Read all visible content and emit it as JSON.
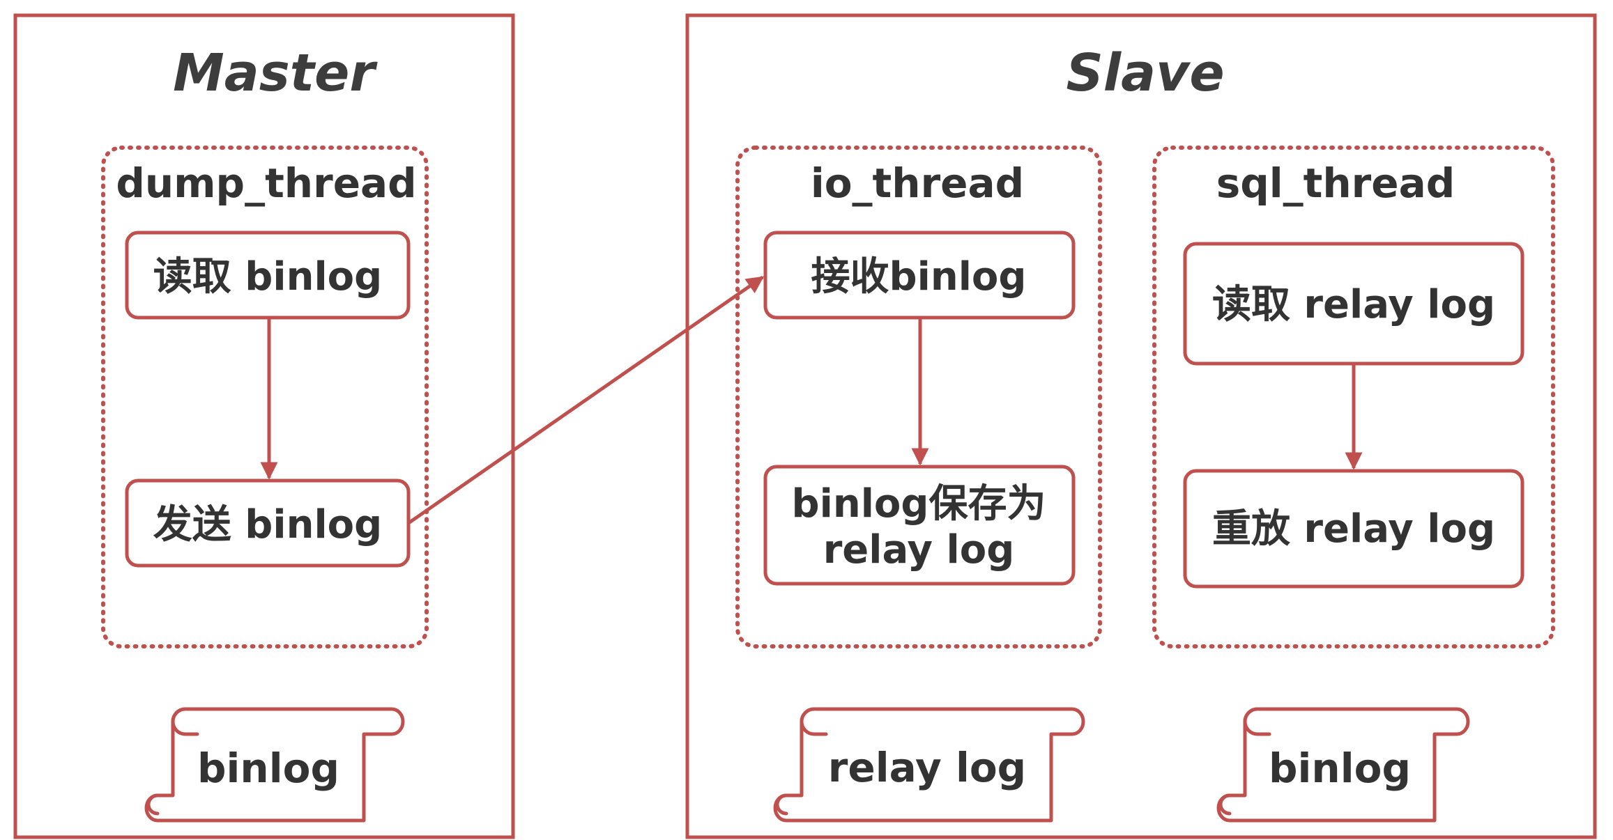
{
  "colors": {
    "accent": "#c0504d",
    "text": "#333333",
    "title": "#3d3d3d",
    "background": "#ffffff"
  },
  "master": {
    "title": "Master",
    "thread": {
      "name": "dump_thread",
      "steps": [
        "读取 binlog",
        "发送 binlog"
      ]
    },
    "scroll": {
      "label": "binlog",
      "icon": "scroll-icon"
    }
  },
  "slave": {
    "title": "Slave",
    "io_thread": {
      "name": "io_thread",
      "steps": [
        "接收binlog"
      ],
      "save_step": {
        "line1": "binlog保存为",
        "line2": "relay log"
      }
    },
    "sql_thread": {
      "name": "sql_thread",
      "steps": [
        "读取 relay log",
        "重放 relay log"
      ]
    },
    "scrolls": [
      {
        "label": "relay log",
        "icon": "scroll-icon"
      },
      {
        "label": "binlog",
        "icon": "scroll-icon"
      }
    ]
  }
}
